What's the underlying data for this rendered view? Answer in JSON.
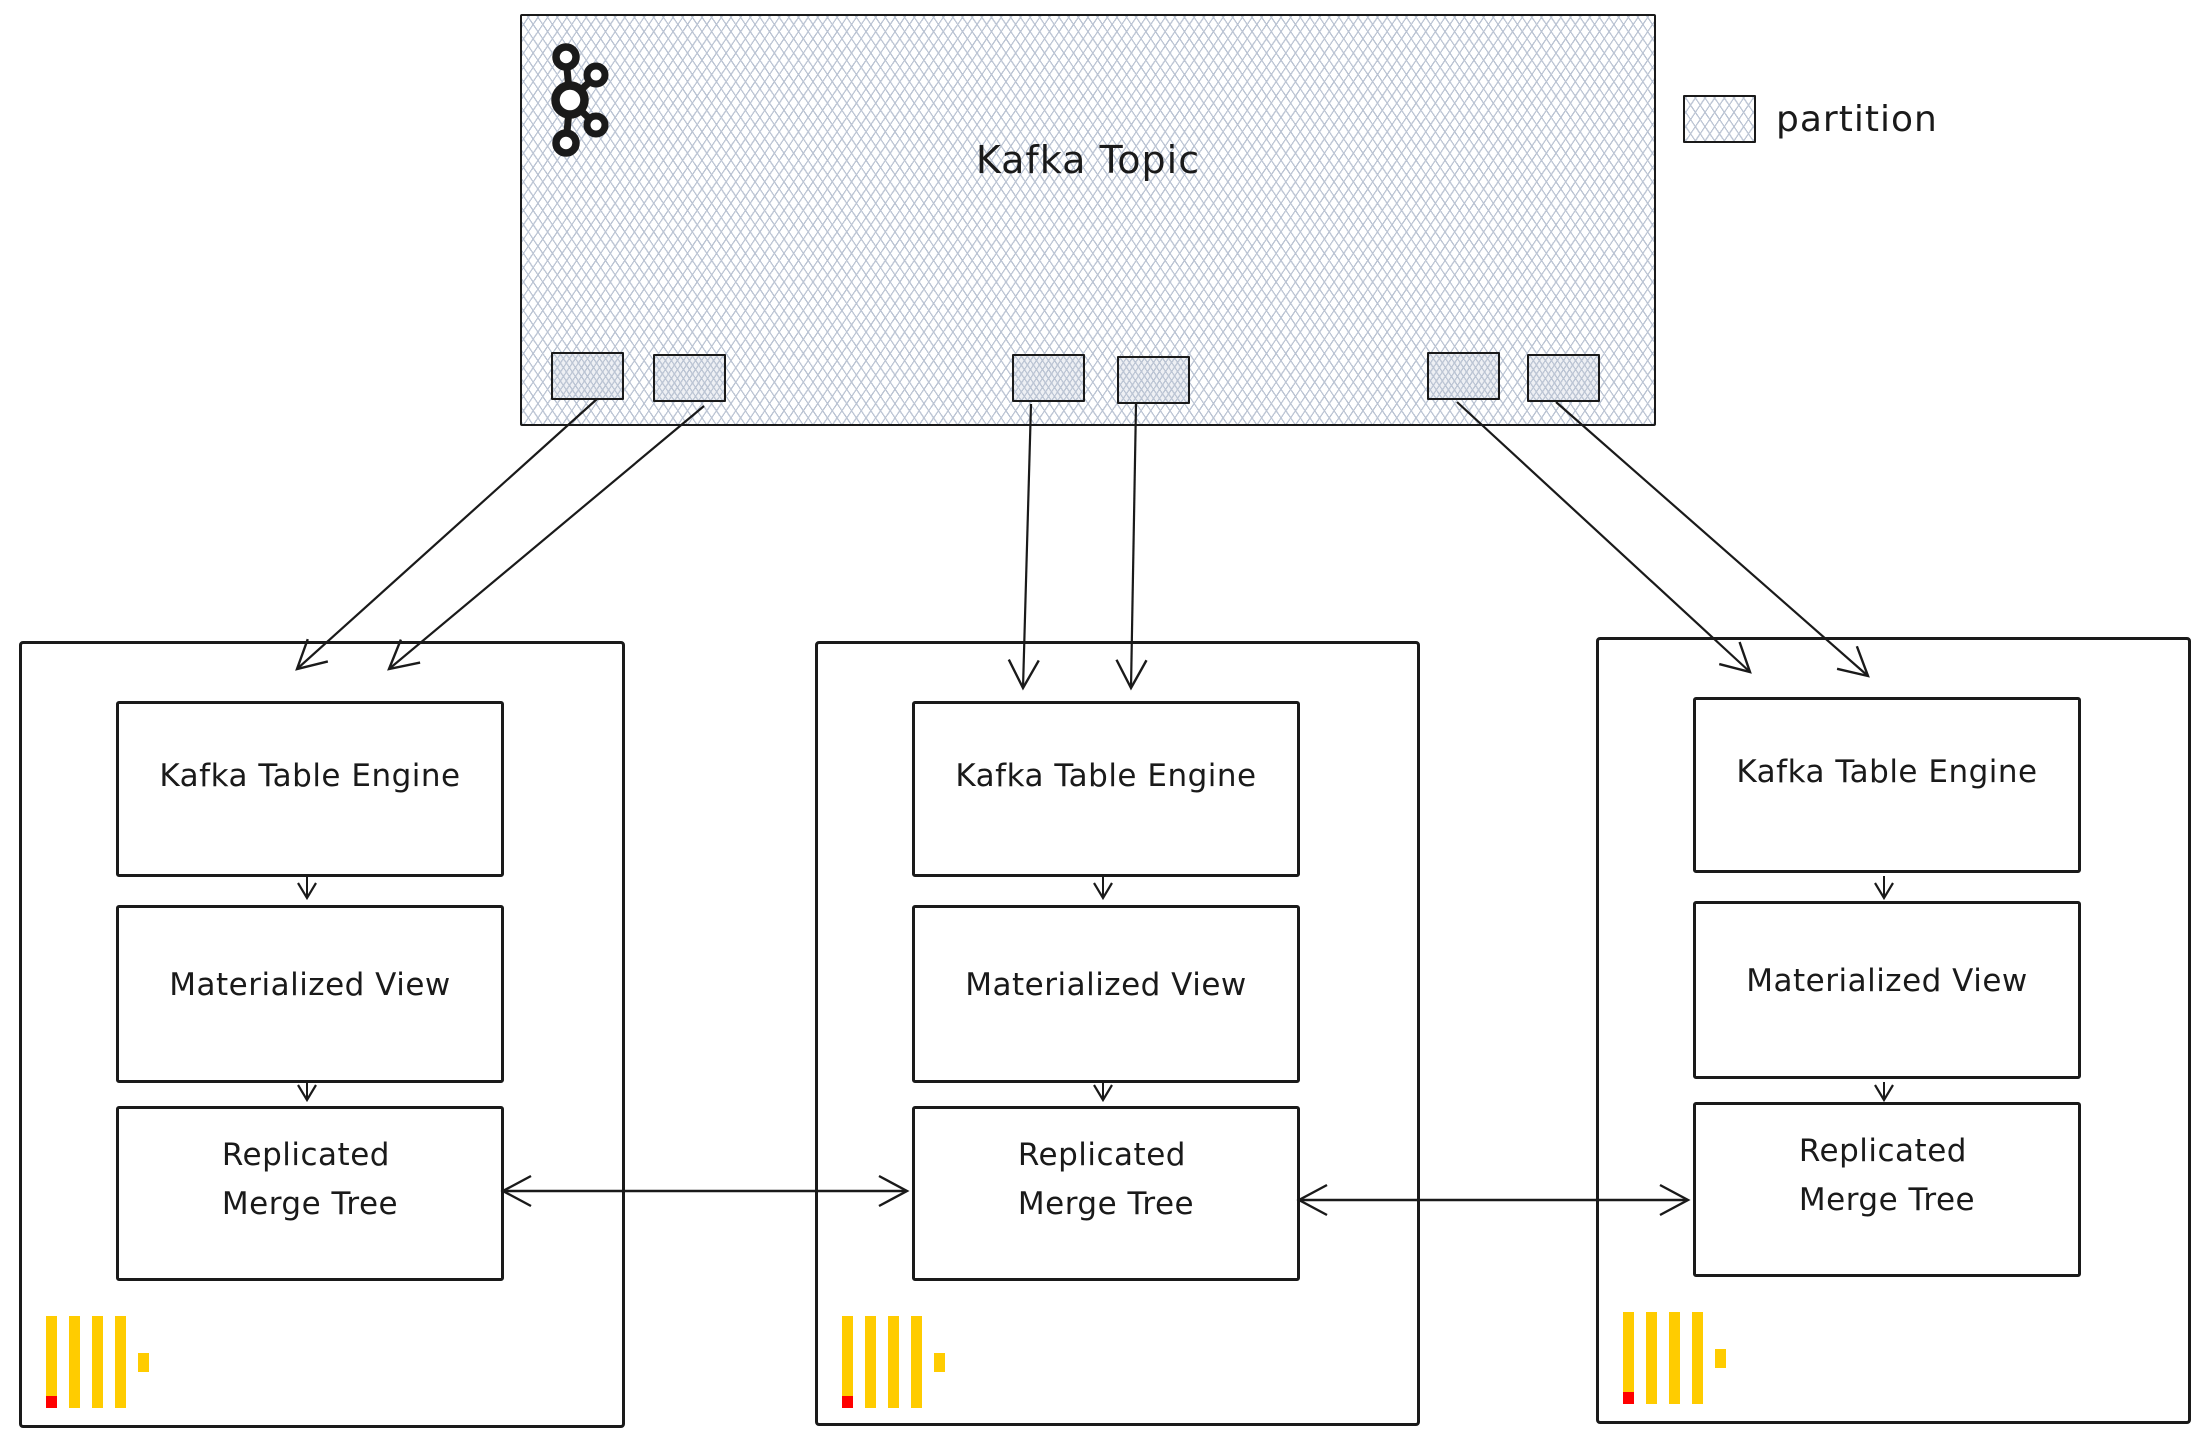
{
  "topic": {
    "label": "Kafka Topic",
    "kafka_icon": "kafka-logo",
    "partition_count": 6
  },
  "legend": {
    "swatch_icon": "partition-swatch",
    "label": "partition"
  },
  "nodes": [
    {
      "boxes": [
        {
          "label": "Kafka Table Engine"
        },
        {
          "label": "Materialized View"
        },
        {
          "lines": [
            "Replicated",
            "Merge Tree"
          ]
        }
      ],
      "clickhouse_icon": "clickhouse-logo"
    },
    {
      "boxes": [
        {
          "label": "Kafka Table Engine"
        },
        {
          "label": "Materialized View"
        },
        {
          "lines": [
            "Replicated",
            "Merge Tree"
          ]
        }
      ],
      "clickhouse_icon": "clickhouse-logo"
    },
    {
      "boxes": [
        {
          "label": "Kafka Table Engine"
        },
        {
          "label": "Materialized View"
        },
        {
          "lines": [
            "Replicated",
            "Merge Tree"
          ]
        }
      ],
      "clickhouse_icon": "clickhouse-logo"
    }
  ],
  "colors": {
    "stroke": "#1a1a1a",
    "hatch": "#bcc5d4",
    "ch_yellow": "#ffcc00",
    "ch_red": "#ff0000"
  }
}
